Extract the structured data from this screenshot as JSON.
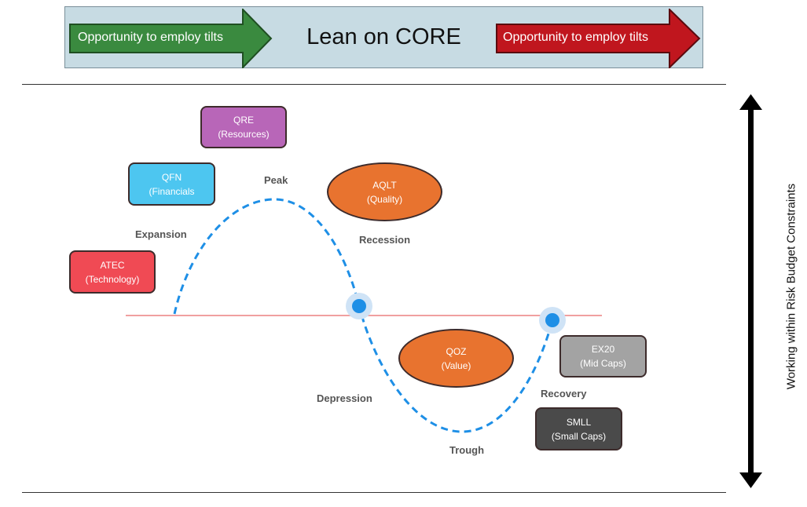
{
  "banner": {
    "title": "Lean on CORE",
    "left_label": "Opportunity to employ tilts",
    "right_label": "Opportunity to employ tilts",
    "left_color": "#3a8a3f",
    "right_color": "#c0161e",
    "background": "#c7dbe3"
  },
  "phases": {
    "peak": "Peak",
    "expansion": "Expansion",
    "recession": "Recession",
    "depression": "Depression",
    "trough": "Trough",
    "recovery": "Recovery"
  },
  "boxes": {
    "qre": {
      "code": "QRE",
      "desc": "(Resources)",
      "color": "#b866b8"
    },
    "qfn": {
      "code": "QFN",
      "desc": "(Financials",
      "color": "#4dc6f0"
    },
    "atec": {
      "code": "ATEC",
      "desc": "(Technology)",
      "color": "#f04a54"
    },
    "aqlt": {
      "code": "AQLT",
      "desc": "(Quality)",
      "color": "#e8732f"
    },
    "qoz": {
      "code": "QOZ",
      "desc": "(Value)",
      "color": "#e8732f"
    },
    "ex20": {
      "code": "EX20",
      "desc": "(Mid Caps)",
      "color": "#a3a3a3"
    },
    "smll": {
      "code": "SMLL",
      "desc": "(Small Caps)",
      "color": "#4a4a4a"
    }
  },
  "side_label": "Working within Risk Budget Constraints",
  "colors": {
    "curve": "#1e8fe6",
    "baseline": "#f0a0a0",
    "marker": "#1e8fe6"
  }
}
